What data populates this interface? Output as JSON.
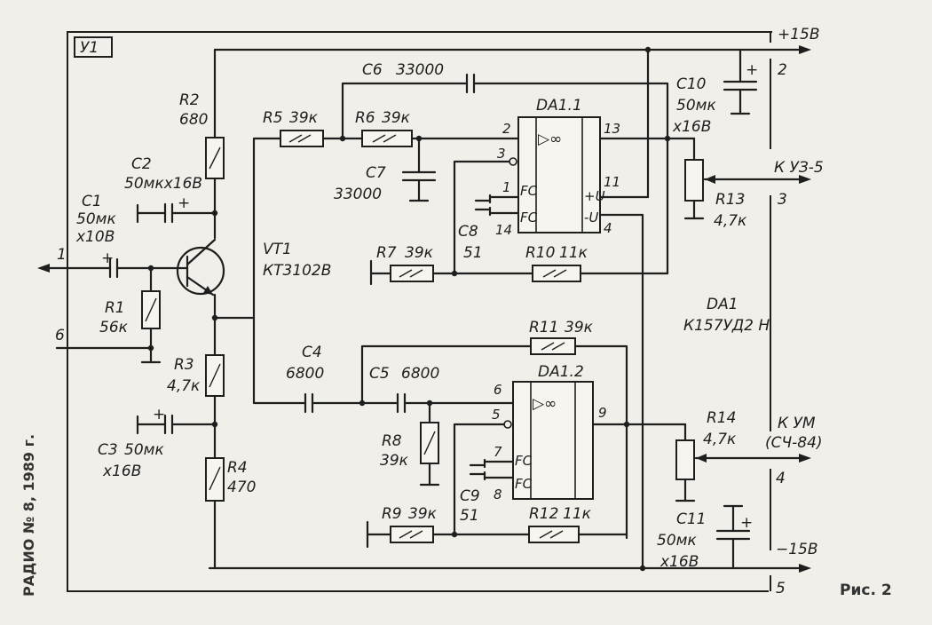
{
  "diagram": {
    "block_label": "У1",
    "caption": "РАДИО № 8, 1989 г.",
    "figure": "Рис. 2",
    "rails": {
      "plus": "+15В",
      "minus": "−15В"
    },
    "terminals": {
      "t1": "1",
      "t2": "2",
      "t3": "3",
      "t4": "4",
      "t5": "5",
      "t6": "6"
    },
    "outputs": {
      "uz_out": "К УЗ-5",
      "um_out_1": "К УМ",
      "um_out_2": "(СЧ-84)"
    },
    "components": {
      "R1": {
        "ref": "R1",
        "value": "56к"
      },
      "R2": {
        "ref": "R2",
        "value": "680"
      },
      "R3": {
        "ref": "R3",
        "value": "4,7к"
      },
      "R4": {
        "ref": "R4",
        "value": "470"
      },
      "R5": {
        "ref": "R5",
        "value": "39к"
      },
      "R6": {
        "ref": "R6",
        "value": "39к"
      },
      "R7": {
        "ref": "R7",
        "value": "39к"
      },
      "R8": {
        "ref": "R8",
        "value": "39к"
      },
      "R9": {
        "ref": "R9",
        "value": "39к"
      },
      "R10": {
        "ref": "R10",
        "value": "11к"
      },
      "R11": {
        "ref": "R11",
        "value": "39к"
      },
      "R12": {
        "ref": "R12",
        "value": "11к"
      },
      "R13": {
        "ref": "R13",
        "value": "4,7к"
      },
      "R14": {
        "ref": "R14",
        "value": "4,7к"
      },
      "C1": {
        "ref": "С1",
        "value": "50мк",
        "rating": "х10В"
      },
      "C2": {
        "ref": "С2",
        "value": "50мкх16В"
      },
      "C3": {
        "ref": "С3",
        "value": "50мк",
        "rating": "х16В"
      },
      "C4": {
        "ref": "С4",
        "value": "6800"
      },
      "C5": {
        "ref": "С5",
        "value": "6800"
      },
      "C6": {
        "ref": "С6",
        "value": "33000"
      },
      "C7": {
        "ref": "С7",
        "value": "33000"
      },
      "C8": {
        "ref": "С8",
        "value": "51"
      },
      "C9": {
        "ref": "С9",
        "value": "51"
      },
      "C10": {
        "ref": "С10",
        "value": "50мк",
        "rating": "х16В"
      },
      "C11": {
        "ref": "С11",
        "value": "50мк",
        "rating": "х16В"
      },
      "VT1": {
        "ref": "VT1",
        "type": "КТ3102В"
      },
      "DA1": {
        "ref": "DA1",
        "type": "К157УД2 Н"
      },
      "DA11": {
        "ref": "DA1.1",
        "symbol": "▷∞",
        "fc": "FC",
        "pins": {
          "p2": "2",
          "p3": "3",
          "p1": "1",
          "p14": "14",
          "p13": "13",
          "p11": "11",
          "p4": "4",
          "plus": "+U",
          "minus": "-U"
        }
      },
      "DA12": {
        "ref": "DA1.2",
        "symbol": "▷∞",
        "fc": "FC",
        "pins": {
          "p6": "6",
          "p5": "5",
          "p7": "7",
          "p8": "8",
          "p9": "9"
        }
      }
    }
  }
}
